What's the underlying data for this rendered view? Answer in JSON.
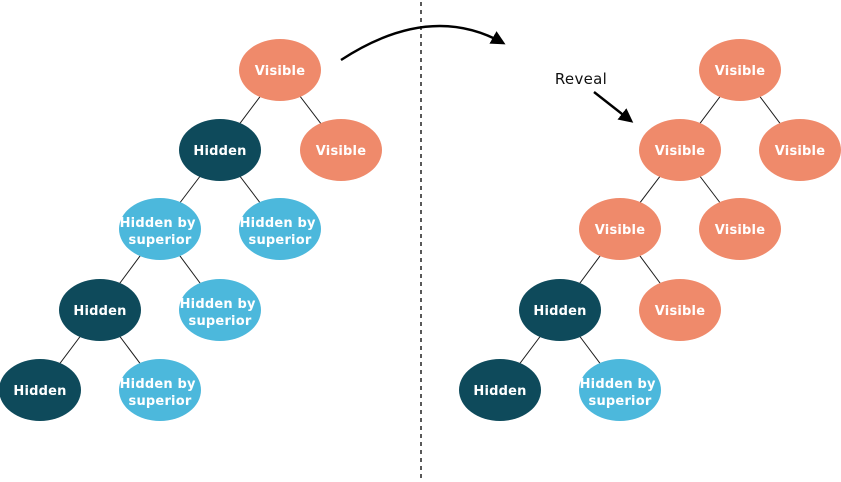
{
  "colors": {
    "visible": "#EF8A6B",
    "hidden": "#0E4A5B",
    "hidden_by_superior": "#4CB8DC",
    "node_text": "#FFFFFF",
    "line": "#1C1C1C"
  },
  "annotation": {
    "label": "Reveal"
  },
  "trees": {
    "left": {
      "nodes": [
        {
          "state": "visible",
          "label": "Visible"
        },
        {
          "state": "hidden",
          "label": "Hidden"
        },
        {
          "state": "visible",
          "label": "Visible"
        },
        {
          "state": "hidden-by-superior",
          "label_line1": "Hidden by",
          "label_line2": "superior"
        },
        {
          "state": "hidden-by-superior",
          "label_line1": "Hidden by",
          "label_line2": "superior"
        },
        {
          "state": "hidden",
          "label": "Hidden"
        },
        {
          "state": "hidden-by-superior",
          "label_line1": "Hidden by",
          "label_line2": "superior"
        },
        {
          "state": "hidden",
          "label": "Hidden"
        },
        {
          "state": "hidden-by-superior",
          "label_line1": "Hidden by",
          "label_line2": "superior"
        }
      ],
      "edges": [
        [
          0,
          1
        ],
        [
          0,
          2
        ],
        [
          1,
          3
        ],
        [
          1,
          4
        ],
        [
          3,
          5
        ],
        [
          3,
          6
        ],
        [
          5,
          7
        ],
        [
          5,
          8
        ]
      ]
    },
    "right": {
      "nodes": [
        {
          "state": "visible",
          "label": "Visible"
        },
        {
          "state": "visible",
          "label": "Visible"
        },
        {
          "state": "visible",
          "label": "Visible"
        },
        {
          "state": "visible",
          "label": "Visible"
        },
        {
          "state": "visible",
          "label": "Visible"
        },
        {
          "state": "hidden",
          "label": "Hidden"
        },
        {
          "state": "visible",
          "label": "Visible"
        },
        {
          "state": "hidden",
          "label": "Hidden"
        },
        {
          "state": "hidden-by-superior",
          "label_line1": "Hidden by",
          "label_line2": "superior"
        }
      ],
      "edges": [
        [
          0,
          1
        ],
        [
          0,
          2
        ],
        [
          1,
          3
        ],
        [
          1,
          4
        ],
        [
          3,
          5
        ],
        [
          3,
          6
        ],
        [
          5,
          7
        ],
        [
          5,
          8
        ]
      ]
    }
  }
}
